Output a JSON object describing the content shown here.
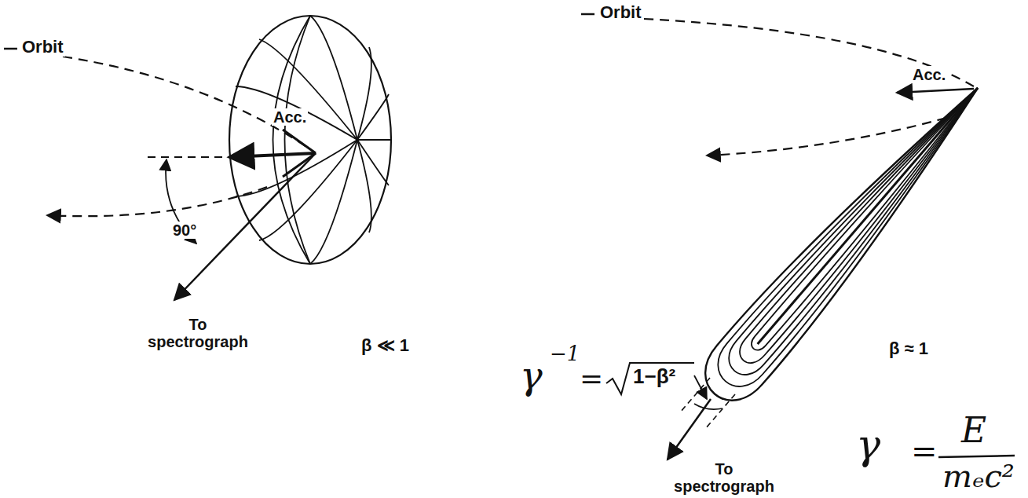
{
  "diagram": {
    "labels": [
      "Orbit",
      "Acc.",
      "90°",
      "To spectrograph",
      "β ≪ 1",
      "Orbit",
      "Acc.",
      "γ",
      "−1",
      "=",
      "1−β²",
      "β ≈ 1",
      "To spectrograph",
      "γ",
      "=",
      "E",
      "mₑc²"
    ]
  }
}
